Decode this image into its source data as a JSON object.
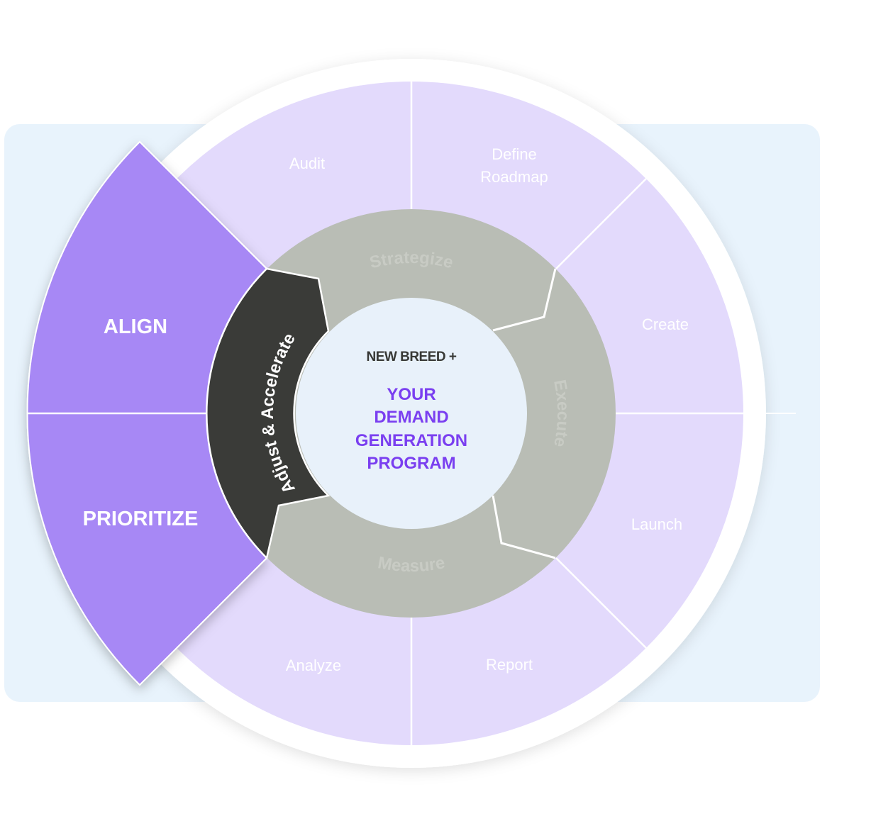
{
  "brand": "NEW BREED +",
  "center_title": [
    "YOUR",
    "DEMAND",
    "GENERATION",
    "PROGRAM"
  ],
  "inner_ring": {
    "strategize": "Strategize",
    "execute": "Execute",
    "measure": "Measure",
    "adjust": "Adjust & Accelerate"
  },
  "outer_ring": {
    "audit": "Audit",
    "define_roadmap": [
      "Define",
      "Roadmap"
    ],
    "create": "Create",
    "launch": "Launch",
    "report": "Report",
    "analyze": "Analyze"
  },
  "highlight": {
    "align": "ALIGN",
    "prioritize": "PRIORITIZE"
  },
  "colors": {
    "background_panel": "#e8f3fc",
    "outer_ring": "#e3dafc",
    "highlight": "#a788f5",
    "inner_ring": "#b9bdb5",
    "dark_segment": "#3a3b38",
    "center": "#e8f1fa",
    "accent_text": "#7a3ff0"
  }
}
